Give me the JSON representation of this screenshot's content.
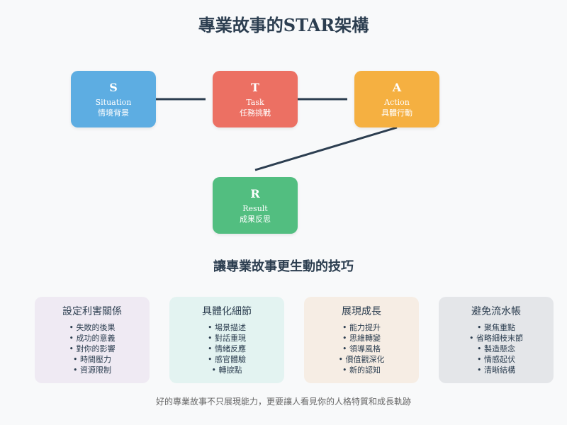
{
  "title": "專業故事的STAR架構",
  "star": [
    {
      "letter": "S",
      "en": "Situation",
      "zh": "情境背景",
      "color": "#5dade2"
    },
    {
      "letter": "T",
      "en": "Task",
      "zh": "任務挑戰",
      "color": "#ec7063"
    },
    {
      "letter": "A",
      "en": "Action",
      "zh": "具體行動",
      "color": "#f5b041"
    },
    {
      "letter": "R",
      "en": "Result",
      "zh": "成果反思",
      "color": "#52be80"
    }
  ],
  "tips_title": "讓專業故事更生動的技巧",
  "tips": [
    {
      "title": "設定利害關係",
      "bg": "#efeaf3",
      "items": [
        "失敗的後果",
        "成功的意義",
        "對你的影響",
        "時間壓力",
        "資源限制"
      ]
    },
    {
      "title": "具體化細節",
      "bg": "#e3f3f1",
      "items": [
        "場景描述",
        "對話重現",
        "情緒反應",
        "感官體驗",
        "轉捩點"
      ]
    },
    {
      "title": "展現成長",
      "bg": "#f6ede4",
      "items": [
        "能力提升",
        "思維轉變",
        "領導風格",
        "價值觀深化",
        "新的認知"
      ]
    },
    {
      "title": "避免流水帳",
      "bg": "#e4e6e9",
      "items": [
        "聚焦重點",
        "省略細枝末節",
        "製造懸念",
        "情感起伏",
        "清晰結構"
      ]
    }
  ],
  "footer": "好的專業故事不只展現能力，更要讓人看見你的人格特質和成長軌跡"
}
